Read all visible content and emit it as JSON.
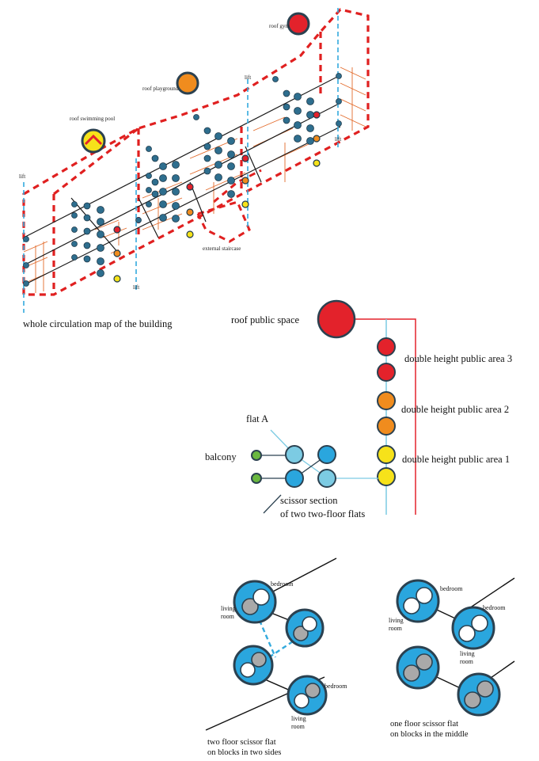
{
  "circulation_map": {
    "caption": "whole circulation map of the building",
    "labels": {
      "roof_gym": "roof gym",
      "roof_playground": "roof playground",
      "roof_swimming_pool": "roof swimming pool",
      "external_staircase": "external staircase",
      "lift": "lift"
    }
  },
  "legend": {
    "roof_public_space": "roof public space",
    "double_height_3": "double height public area 3",
    "double_height_2": "double height public area 2",
    "double_height_1": "double height public area 1",
    "flat_a": "flat A",
    "balcony": "balcony",
    "scissor_line1": "scissor section",
    "scissor_line2": "of two two-floor flats"
  },
  "flats": {
    "bedroom": "bedroom",
    "living": "living",
    "room": "room",
    "caption_left_1": "two floor scissor flat",
    "caption_left_2": "on  blocks in two sides",
    "caption_right_1": "one floor scissor flat",
    "caption_right_2": "on  blocks in the middle"
  },
  "colors": {
    "blue": "#2aa6de",
    "light_blue": "#7ccbe3",
    "dark_node": "#2e4a5c",
    "red": "#e3222b",
    "orange": "#f08c1e",
    "yellow": "#f6e21a",
    "green": "#6ab83f",
    "dash_red": "#e02020",
    "cyan_dash": "#33aadd",
    "grey": "#a9a9a9",
    "outline": "#2b4150"
  }
}
